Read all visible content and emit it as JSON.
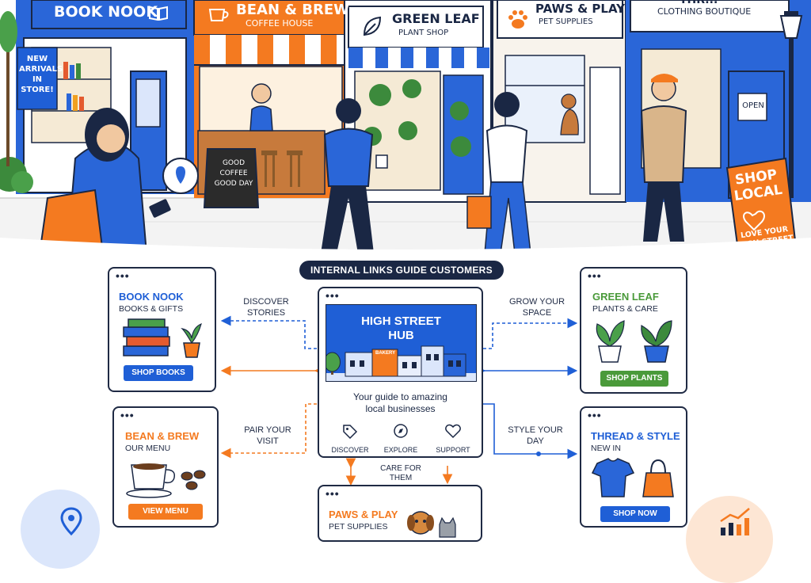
{
  "scene": {
    "storefronts": [
      {
        "name": "Book Nook"
      },
      {
        "name": "Bean & Brew",
        "sub": "Coffee House"
      },
      {
        "name": "Green Leaf",
        "sub": "Plant Shop"
      },
      {
        "name": "Paws & Play",
        "sub": "Pet Supplies"
      },
      {
        "name": "Thr...",
        "sub": "Clothing Boutique"
      }
    ],
    "book_window_sign": "New\nArrivals\nin Store!",
    "coffee_board": "Good\nCoffee\nGood Day",
    "door_sign": "Open",
    "shop_local_sign": {
      "title": "Shop\nLocal",
      "sub": "Love Your\nHigh Street"
    }
  },
  "banner": "Internal Links Guide Customers",
  "hub": {
    "title": "High Street\nHub",
    "description": "Your guide to amazing\nlocal businesses",
    "actions": [
      "Discover",
      "Explore",
      "Support"
    ],
    "mini_sign": "Bakery"
  },
  "cards": {
    "book_nook": {
      "title": "Book Nook",
      "sub": "Books & Gifts",
      "button": "Shop Books"
    },
    "green_leaf": {
      "title": "Green Leaf",
      "sub": "Plants & Care",
      "button": "Shop Plants"
    },
    "bean_brew": {
      "title": "Bean & Brew",
      "sub": "Our Menu",
      "button": "View Menu"
    },
    "thread_style": {
      "title": "Thread & Style",
      "sub": "New In",
      "button": "Shop Now"
    },
    "paws_play": {
      "title": "Paws & Play",
      "sub": "Pet Supplies"
    }
  },
  "links": {
    "discover": "Discover\nStories",
    "grow": "Grow Your\nSpace",
    "pair": "Pair Your\nVisit",
    "style": "Style Your\nDay",
    "care": "Care For\nThem"
  },
  "colors": {
    "blue": "#1f5fd6",
    "orange": "#f47a20",
    "green": "#4a9a3a",
    "navy": "#1a2744"
  }
}
